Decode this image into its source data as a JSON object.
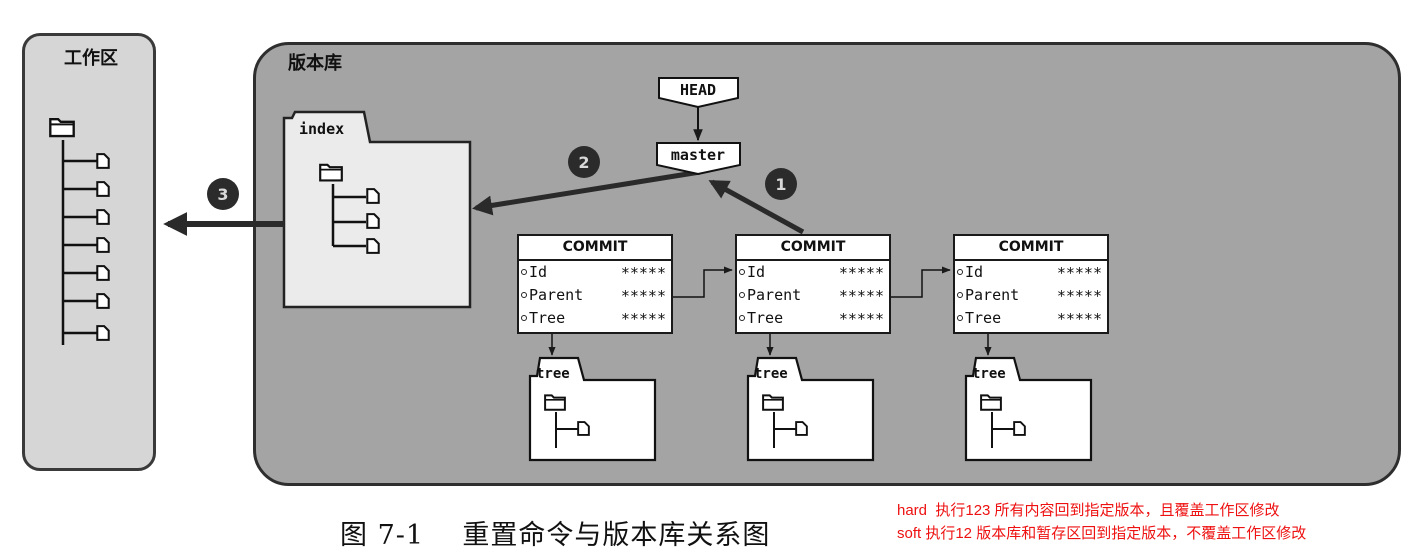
{
  "workspace": {
    "title": "工作区"
  },
  "repository": {
    "title": "版本库"
  },
  "index": {
    "label": "index"
  },
  "refs": {
    "head": "HEAD",
    "branch": "master"
  },
  "steps": [
    "1",
    "2",
    "3"
  ],
  "commits": [
    {
      "header": "COMMIT",
      "fields": [
        {
          "name": "Id",
          "value": "*****"
        },
        {
          "name": "Parent",
          "value": "*****"
        },
        {
          "name": "Tree",
          "value": "*****"
        }
      ],
      "tree_label": "tree"
    },
    {
      "header": "COMMIT",
      "fields": [
        {
          "name": "Id",
          "value": "*****"
        },
        {
          "name": "Parent",
          "value": "*****"
        },
        {
          "name": "Tree",
          "value": "*****"
        }
      ],
      "tree_label": "tree"
    },
    {
      "header": "COMMIT",
      "fields": [
        {
          "name": "Id",
          "value": "*****"
        },
        {
          "name": "Parent",
          "value": "*****"
        },
        {
          "name": "Tree",
          "value": "*****"
        }
      ],
      "tree_label": "tree"
    }
  ],
  "caption": "图 7-1    重置命令与版本库关系图",
  "notes": {
    "hard": "hard  执行123 所有内容回到指定版本，且覆盖工作区修改",
    "soft": "soft 执行12 版本库和暂存区回到指定版本，不覆盖工作区修改"
  },
  "colors": {
    "note_text": "#ee1111",
    "repo_background": "#a4a4a4",
    "workspace_background": "#d6d6d6"
  }
}
